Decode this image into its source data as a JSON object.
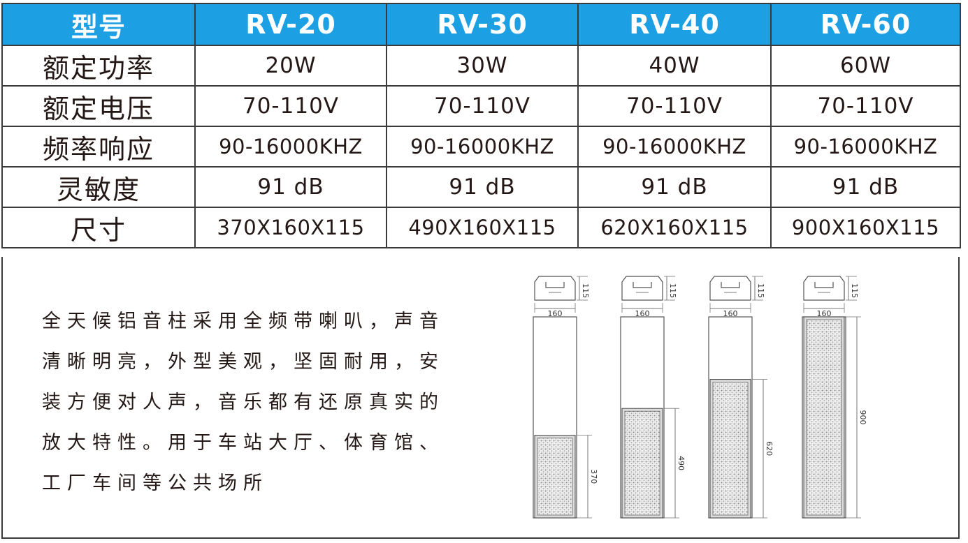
{
  "table": {
    "header": {
      "label": "型号",
      "models": [
        "RV-20",
        "RV-30",
        "RV-40",
        "RV-60"
      ]
    },
    "rows": [
      {
        "label": "额定功率",
        "values": [
          "20W",
          "30W",
          "40W",
          "60W"
        ]
      },
      {
        "label": "额定电压",
        "values": [
          "70-110V",
          "70-110V",
          "70-110V",
          "70-110V"
        ]
      },
      {
        "label": "频率响应",
        "values": [
          "90-16000KHZ",
          "90-16000KHZ",
          "90-16000KHZ",
          "90-16000KHZ"
        ]
      },
      {
        "label": "灵敏度",
        "values": [
          "91 dB",
          "91 dB",
          "91 dB",
          "91 dB"
        ]
      },
      {
        "label": "尺寸",
        "values": [
          "370X160X115",
          "490X160X115",
          "620X160X115",
          "900X160X115"
        ]
      }
    ]
  },
  "description": {
    "lines": [
      "全天候铝音柱采用全频带喇叭，声音",
      "清晰明亮，外型美观，坚固耐用，安",
      "装方便对人声，音乐都有还原真实的",
      "放大特性。用于车站大厅、体育馆、",
      "工厂车间等公共场所"
    ]
  },
  "drawings": [
    {
      "depth": "115",
      "width": "160",
      "length": "370",
      "length_value": 370
    },
    {
      "depth": "115",
      "width": "160",
      "length": "490",
      "length_value": 490
    },
    {
      "depth": "115",
      "width": "160",
      "length": "620",
      "length_value": 620
    },
    {
      "depth": "115",
      "width": "160",
      "length": "900",
      "length_value": 900
    }
  ],
  "colors": {
    "header_bg": "#1d9fe3",
    "header_text": "#ffffff",
    "border": "#3a3a3a",
    "text": "#231815"
  }
}
